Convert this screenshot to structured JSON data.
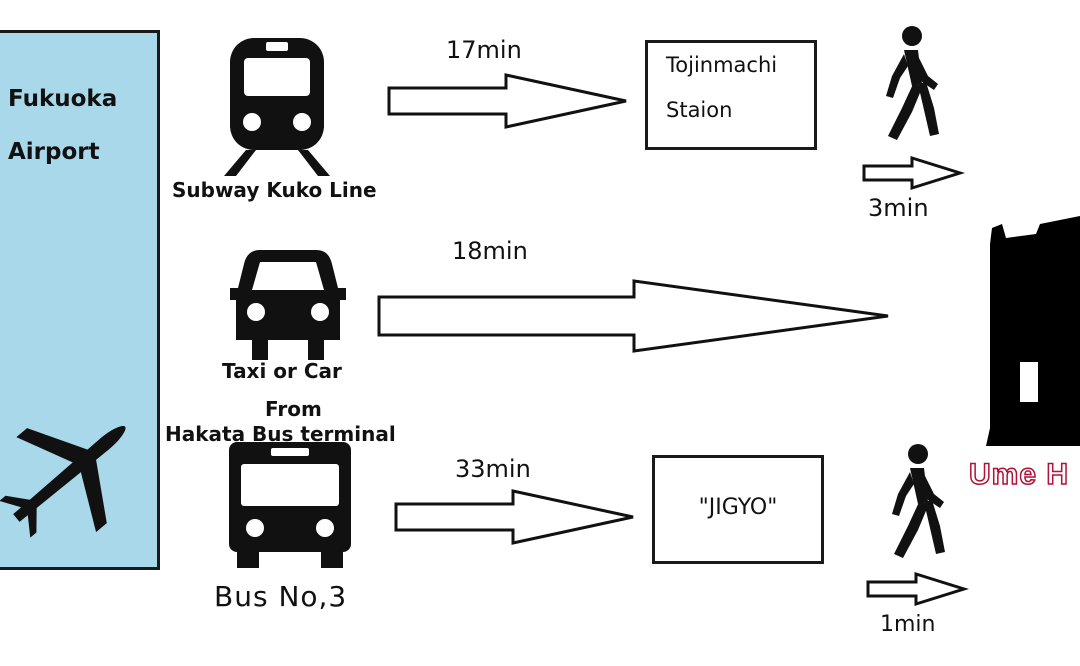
{
  "origin": {
    "line1": "Fukuoka",
    "line2": "Airport"
  },
  "routes": {
    "subway": {
      "mode_label": "Subway Kuko Line",
      "ride_time": "17min",
      "stop_line1": "Tojinmachi",
      "stop_line2": "Staion",
      "walk_time": "3min"
    },
    "taxi": {
      "mode_label": "Taxi or Car",
      "ride_time": "18min"
    },
    "bus": {
      "from_line1": "From",
      "from_line2": "Hakata Bus terminal",
      "mode_label": "Bus No,3",
      "ride_time": "33min",
      "stop_label": "\"JIGYO\"",
      "walk_time": "1min"
    }
  },
  "destination": {
    "label": "Ume H"
  },
  "icons": {
    "airport": "airplane-icon",
    "subway": "train-icon",
    "taxi": "car-icon",
    "bus": "bus-icon",
    "walk": "pedestrian-icon",
    "destination": "building-icon"
  },
  "colors": {
    "airport_fill": "#a8d8ea",
    "destination_outline": "#b0123a"
  }
}
